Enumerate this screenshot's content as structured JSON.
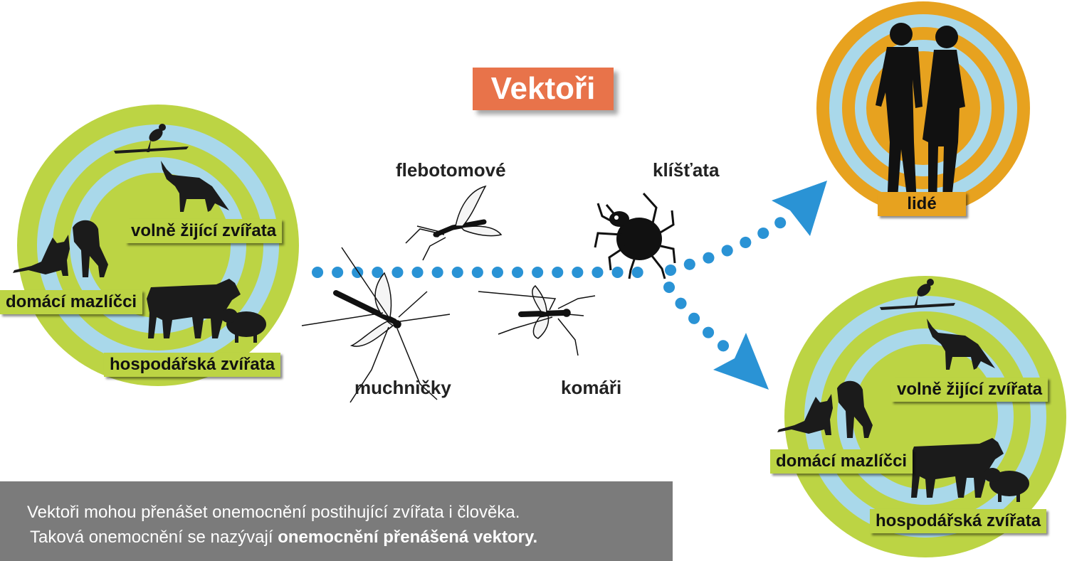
{
  "title": "Vektoři",
  "source_group": {
    "labels": {
      "wild": "volně žijící zvířata",
      "pets": "domácí mazlíčci",
      "farm": "hospodářská zvířata"
    }
  },
  "target_humans": {
    "label": "lidé"
  },
  "target_animals": {
    "labels": {
      "wild": "volně žijící zvířata",
      "pets": "domácí mazlíčci",
      "farm": "hospodářská zvířata"
    }
  },
  "vectors": {
    "sandflies": "flebotomové",
    "ticks": "klíšťata",
    "blackflies": "muchničky",
    "mosquitoes": "komáři"
  },
  "info": {
    "line1": "Vektoři mohou přenášet onemocnění postihující zvířata i člověka.",
    "line2_prefix": "Taková onemocnění se nazývají ",
    "line2_bold": "onemocnění přenášená vektory."
  },
  "colors": {
    "ring_green": "#bcd444",
    "ring_blue": "#a9d8ea",
    "ring_orange": "#e7a21f",
    "arrow_blue": "#2a93d5",
    "title_orange": "#e8734a",
    "info_gray": "#7b7b7b"
  }
}
